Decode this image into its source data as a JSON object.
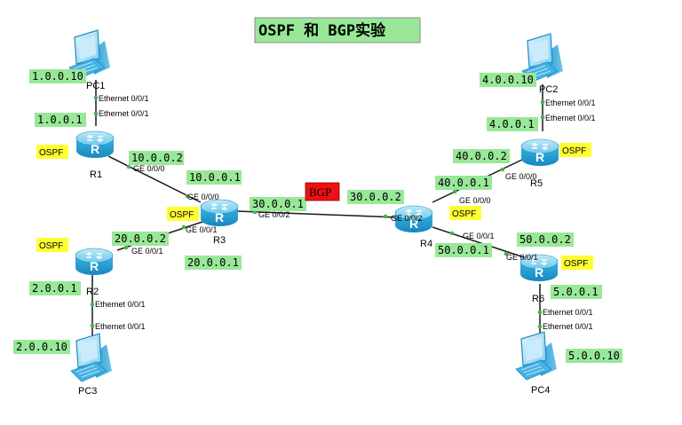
{
  "title": "OSPF 和 BGP实验",
  "colors": {
    "ip_label_bg": "#98e898",
    "ospf_tag_bg": "#ffff33",
    "bgp_tag_bg": "#ee1111",
    "title_bg": "#98e898",
    "link": "#1a1a1a",
    "port_dot": "#4caf50",
    "router_body": "#2aa8d8"
  },
  "tags": {
    "ospf": "OSPF",
    "bgp": "BGP"
  },
  "devices": {
    "pc1": "PC1",
    "pc2": "PC2",
    "pc3": "PC3",
    "pc4": "PC4",
    "r1": "R1",
    "r2": "R2",
    "r3": "R3",
    "r4": "R4",
    "r5": "R5",
    "r6": "R6"
  },
  "ports": {
    "eth": "Ethernet 0/0/1",
    "ge000": "GE 0/0/0",
    "ge001": "GE 0/0/1",
    "ge002": "GE 0/0/2"
  },
  "ips": {
    "pc1": "1.0.0.10",
    "r1_eth": "1.0.0.1",
    "r1_ge": "10.0.0.2",
    "r3_ge0": "10.0.0.1",
    "r3_ge1": "20.0.0.1",
    "r2_ge": "20.0.0.2",
    "r2_eth": "2.0.0.1",
    "pc3": "2.0.0.10",
    "r3_ge2": "30.0.0.1",
    "r4_ge2": "30.0.0.2",
    "pc2": "4.0.0.10",
    "r5_eth": "4.0.0.1",
    "r5_ge": "40.0.0.2",
    "r4_ge0": "40.0.0.1",
    "r4_ge1": "50.0.0.1",
    "r6_ge": "50.0.0.2",
    "r6_eth": "5.0.0.1",
    "pc4": "5.0.0.10"
  }
}
